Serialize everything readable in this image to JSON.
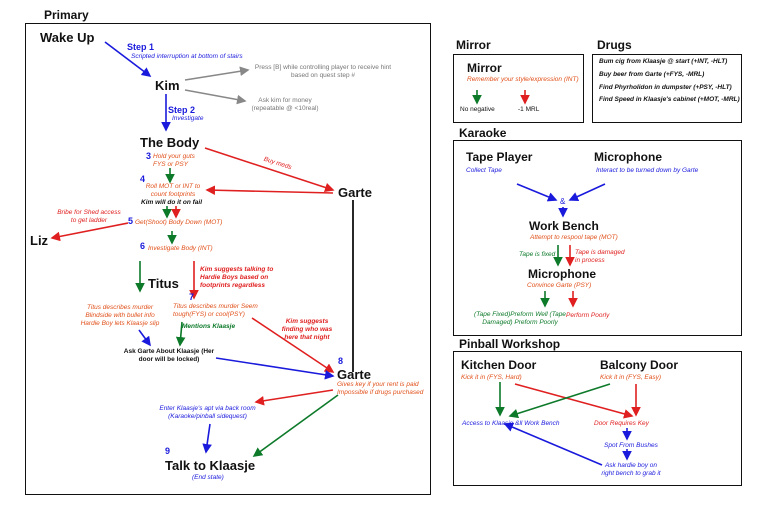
{
  "primary": {
    "title": "Primary",
    "wake_up": "Wake Up",
    "step1_label": "Step 1",
    "step1_desc": "Scripted interruption at bottom of stairs",
    "kim": "Kim",
    "kim_press": "Press [B] while controlling player to receive hint based on quest step #",
    "kim_ask": "Ask kim for money (repeatable @ <10real)",
    "step2_label": "Step 2",
    "step2_desc": "Investigate",
    "the_body": "The Body",
    "n3": "3",
    "body_hold": "Hold your guts FYS or PSY",
    "buy_meds": "Buy meds",
    "garte1": "Garte",
    "n4": "4",
    "roll": "Roll MOT or INT to count footprints",
    "kim_fail": "Kim will do it on fail",
    "bribe": "Bribe for Shed access to get ladder",
    "n5": "5",
    "get_down": "Get(Shoot) Body Down (MOT)",
    "liz": "Liz",
    "n6": "6",
    "investigate_body": "Investigate Body (INT)",
    "titus": "Titus",
    "n7": "7",
    "kim_suggests_hardie": "Kim suggests talking to Hardie Boys based on footprints regardless",
    "titus_describes_left": "Titus describes murder Blindside with bullet info Hardie Boy lets Klaasje slip",
    "titus_describes_right": "Titus describes murder Seem tough(FYS) or cool(PSY)",
    "mentions_klaasje": "Mentions Klaasje",
    "kim_suggests_finding": "Kim suggests finding who was here that night",
    "ask_garte": "Ask Garte About Klaasje (Her door will be locked)",
    "n8": "8",
    "garte2": "Garte",
    "garte_keys": "Gives key if your rent is paid Impossible if drugs purchased",
    "enter_apt": "Enter Klaasje's apt via back room (Karaoke/pinball sidequest)",
    "n9": "9",
    "talk_klaasje": "Talk to Klaasje",
    "end_state": "(End state)"
  },
  "mirror": {
    "title": "Mirror",
    "node": "Mirror",
    "desc": "Remember your style/expression (INT)",
    "no_negative": "No negative",
    "mrl": "-1 MRL"
  },
  "drugs": {
    "title": "Drugs",
    "items": [
      "Bum cig from Klaasje @ start (+INT, -HLT)",
      "Buy beer from Garte (+FYS, -MRL)",
      "Find Phyrholidon in dumpster (+PSY, -HLT)",
      "Find Speed in Klaasje's cabinet (+MOT, -MRL)"
    ]
  },
  "karaoke": {
    "title": "Karaoke",
    "tape_player": "Tape Player",
    "collect_tape": "Collect Tape",
    "microphone": "Microphone",
    "interact_mic": "Interact to be turned down by Garte",
    "amp": "&",
    "work_bench": "Work Bench",
    "respool": "Attempt to respool tape (MOT)",
    "tape_fixed": "Tape is fixed",
    "tape_damaged": "Tape is damaged in process",
    "microphone2": "Microphone",
    "convince": "Convince Garte (PSY)",
    "preform_well": "(Tape Fixed)Preform Well (Tape Damaged) Preform Poorly",
    "perform_poorly": "Perform Poorly"
  },
  "pinball": {
    "title": "Pinball Workshop",
    "kitchen_door": "Kitchen Door",
    "kick_hard": "Kick it in (FYS, Hard)",
    "balcony_door": "Balcony Door",
    "kick_easy": "Kick it in (FYS, Easy)",
    "access": "Access to Klaasje &ll Work Bench",
    "door_requires": "Door Requires Key",
    "spot_bushes": "Spot From Bushes",
    "ask_hardie": "Ask hardie boy on right bench to grab it"
  },
  "colors": {
    "blue": "#1a1adc",
    "red": "#e02020",
    "green": "#0d7a2a",
    "orange": "#e0501a",
    "gray": "#777777"
  }
}
